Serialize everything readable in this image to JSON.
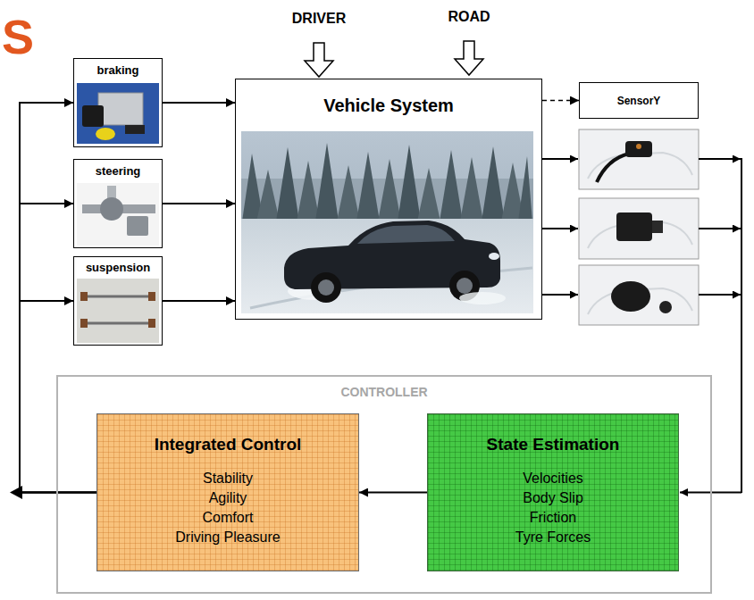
{
  "diagram": {
    "nodes": [
      {
        "text": [
          "braking"
        ]
      },
      {
        "text": [
          "steering"
        ]
      },
      {
        "text": [
          "suspension"
        ]
      },
      {
        "text": [
          "Vehicle System"
        ]
      },
      {
        "text": [
          "SensorY"
        ]
      },
      {
        "text": [
          "CONTROLLER"
        ]
      },
      {
        "text": [
          "Integrated Control",
          "Stability",
          "Agility",
          "Comfort",
          "Driving Pleasure"
        ],
        "in": 5
      },
      {
        "text": [
          "State Estimation",
          "Velocities",
          "Body Slip",
          "Friction",
          "Tyre Forces"
        ],
        "in": 5
      }
    ],
    "edges": [
      {
        "from": 0,
        "to": 3,
        "arrow": "to"
      },
      {
        "from": 1,
        "to": 3,
        "arrow": "to"
      },
      {
        "from": 2,
        "to": 3,
        "arrow": "to"
      },
      {
        "from": 3,
        "to": 4,
        "arrow": "to"
      },
      {
        "from": 7,
        "to": 6,
        "arrow": "to"
      },
      {
        "from": 6,
        "to": 0,
        "arrow": "to"
      },
      {
        "from": 6,
        "to": 1,
        "arrow": "to"
      },
      {
        "from": 6,
        "to": 2,
        "arrow": "to"
      }
    ],
    "labels": [
      "S",
      "DRIVER",
      "ROAD"
    ]
  }
}
